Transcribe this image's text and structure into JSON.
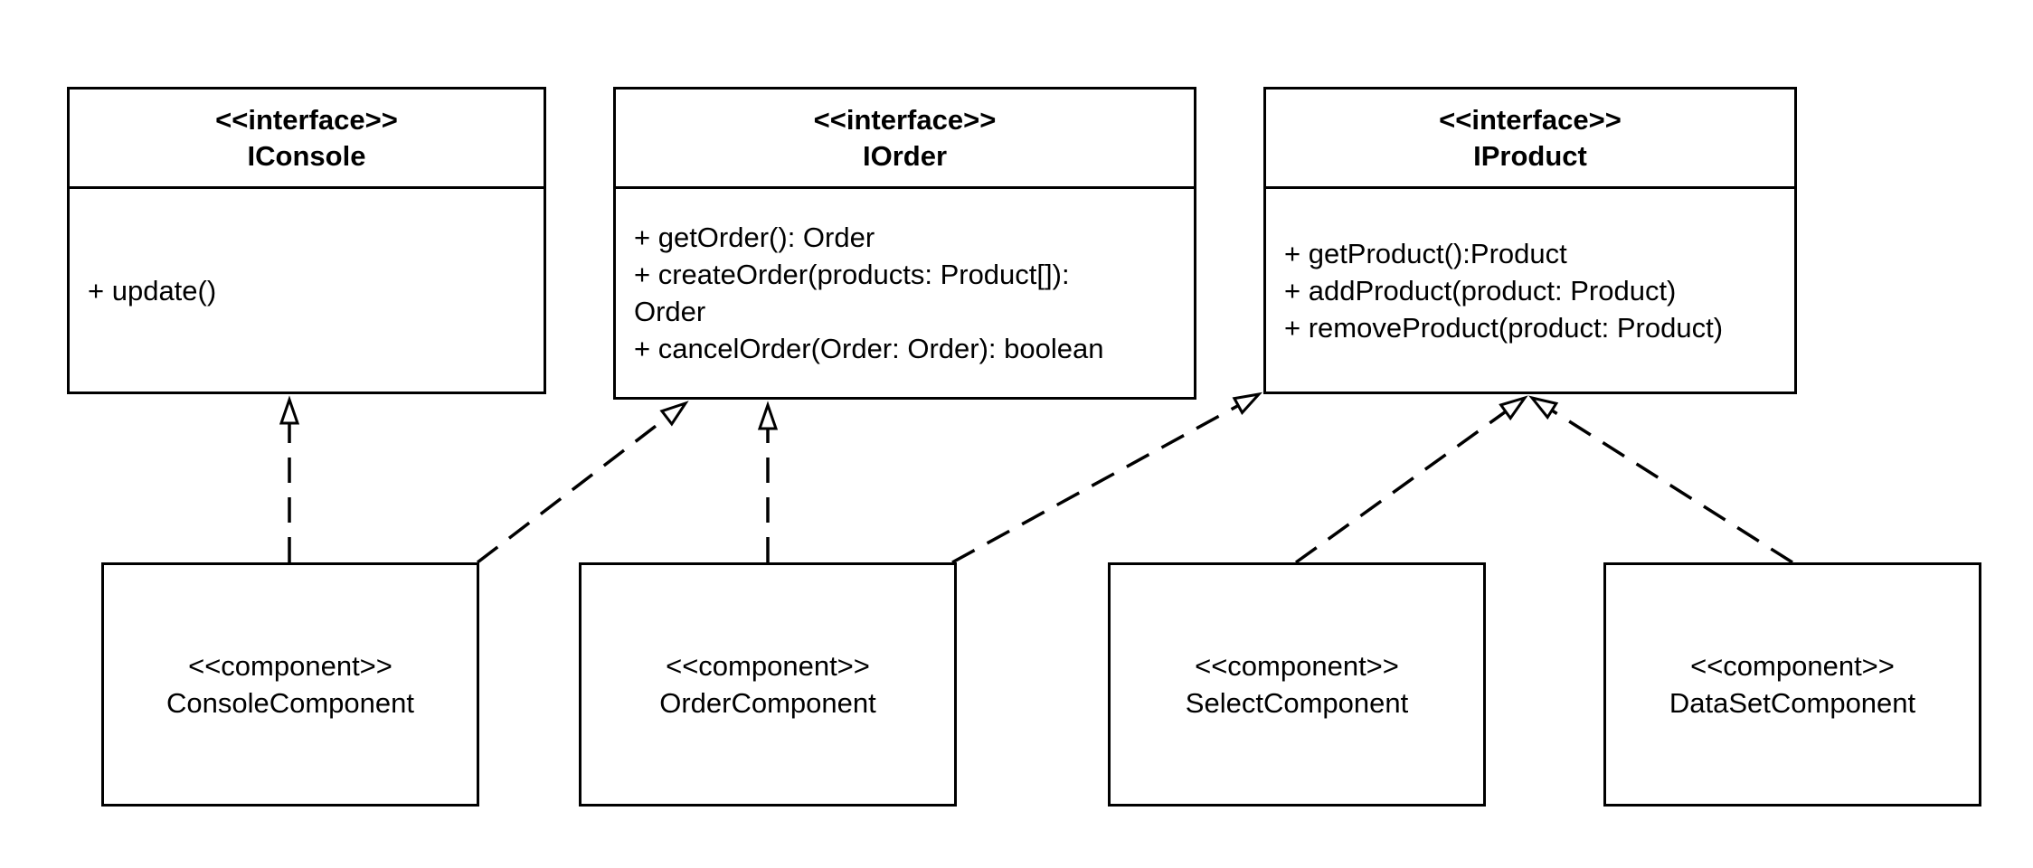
{
  "interfaces": [
    {
      "id": "iconsole",
      "stereotype": "<<interface>>",
      "name": "IConsole",
      "methods": [
        "+ update()"
      ]
    },
    {
      "id": "iorder",
      "stereotype": "<<interface>>",
      "name": "IOrder",
      "methods": [
        "+ getOrder(): Order",
        "+ createOrder(products: Product[]):",
        "Order",
        "+ cancelOrder(Order: Order): boolean"
      ]
    },
    {
      "id": "iproduct",
      "stereotype": "<<interface>>",
      "name": "IProduct",
      "methods": [
        "+ getProduct():Product",
        "+ addProduct(product: Product)",
        "+ removeProduct(product: Product)"
      ]
    }
  ],
  "components": [
    {
      "id": "console",
      "stereotype": "<<component>>",
      "name": "ConsoleComponent"
    },
    {
      "id": "order",
      "stereotype": "<<component>>",
      "name": "OrderComponent"
    },
    {
      "id": "select",
      "stereotype": "<<component>>",
      "name": "SelectComponent"
    },
    {
      "id": "dataset",
      "stereotype": "<<component>>",
      "name": "DataSetComponent"
    }
  ],
  "realizations": [
    {
      "from": "console",
      "to": "iconsole"
    },
    {
      "from": "console",
      "to": "iorder"
    },
    {
      "from": "order",
      "to": "iorder"
    },
    {
      "from": "order",
      "to": "iproduct"
    },
    {
      "from": "select",
      "to": "iproduct"
    },
    {
      "from": "dataset",
      "to": "iproduct"
    }
  ],
  "colors": {
    "line": "#000000",
    "background": "#ffffff"
  }
}
